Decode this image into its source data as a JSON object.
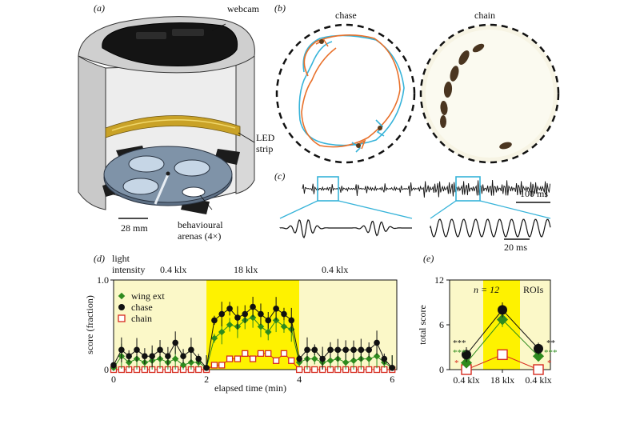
{
  "panels": {
    "a": {
      "letter": "(a)",
      "labels": {
        "webcam": "webcam",
        "led": "LED",
        "strip": "strip",
        "arenas_1": "behavioural",
        "arenas_2": "arenas (4×)",
        "scale": "28 mm"
      }
    },
    "b": {
      "letter": "(b)",
      "chase": "chase",
      "chain": "chain"
    },
    "c": {
      "letter": "(c)",
      "scale_top": "100 ms",
      "scale_bottom": "20 ms"
    },
    "d": {
      "letter": "(d)",
      "light_1": "light",
      "light_2": "intensity",
      "seg_labels": [
        "0.4 klx",
        "18 klx",
        "0.4 klx"
      ]
    },
    "e": {
      "letter": "(e)",
      "n_label": "n = 12",
      "rois": "ROIs"
    }
  },
  "colors": {
    "wing": "#2e8b1e",
    "chase": "#111111",
    "chain": "#d62b1f",
    "lowlight": "#fbf8c8",
    "highlight": "#fef200",
    "cyan": "#36b3d9",
    "orange": "#e8702a"
  },
  "chart_data": [
    {
      "type": "line",
      "panel": "d",
      "xlabel": "elapsed time (min)",
      "ylabel": "score (fraction)",
      "xlim": [
        0,
        6.1
      ],
      "ylim": [
        0,
        1.0
      ],
      "xticks": [
        "0",
        "2",
        "4",
        "6"
      ],
      "yticks": [
        "0",
        "1.0"
      ],
      "light_segments": [
        {
          "label": "0.4 klx",
          "from": 0,
          "to": 2
        },
        {
          "label": "18 klx",
          "from": 2,
          "to": 4
        },
        {
          "label": "0.4 klx",
          "from": 4,
          "to": 6.1
        }
      ],
      "legend": [
        "wing ext",
        "chase",
        "chain"
      ],
      "x": [
        0.0,
        0.17,
        0.33,
        0.5,
        0.67,
        0.83,
        1.0,
        1.17,
        1.33,
        1.5,
        1.67,
        1.83,
        2.0,
        2.17,
        2.33,
        2.5,
        2.67,
        2.83,
        3.0,
        3.17,
        3.33,
        3.5,
        3.67,
        3.83,
        4.0,
        4.17,
        4.33,
        4.5,
        4.67,
        4.83,
        5.0,
        5.17,
        5.33,
        5.5,
        5.67,
        5.83,
        6.0
      ],
      "series": [
        {
          "name": "chase",
          "values": [
            0.05,
            0.22,
            0.15,
            0.22,
            0.15,
            0.15,
            0.22,
            0.15,
            0.3,
            0.15,
            0.22,
            0.12,
            0.02,
            0.55,
            0.62,
            0.68,
            0.58,
            0.62,
            0.7,
            0.62,
            0.55,
            0.68,
            0.62,
            0.55,
            0.12,
            0.22,
            0.22,
            0.12,
            0.22,
            0.22,
            0.22,
            0.22,
            0.22,
            0.22,
            0.3,
            0.12,
            0.02
          ]
        },
        {
          "name": "wing ext",
          "values": [
            0.02,
            0.15,
            0.08,
            0.12,
            0.08,
            0.1,
            0.12,
            0.08,
            0.12,
            0.05,
            0.08,
            0.08,
            0.02,
            0.35,
            0.42,
            0.5,
            0.48,
            0.55,
            0.58,
            0.48,
            0.42,
            0.55,
            0.48,
            0.45,
            0.08,
            0.12,
            0.12,
            0.08,
            0.1,
            0.12,
            0.08,
            0.1,
            0.12,
            0.12,
            0.15,
            0.08,
            0.02
          ]
        },
        {
          "name": "chain",
          "values": [
            0,
            0,
            0,
            0,
            0,
            0,
            0,
            0,
            0,
            0,
            0,
            0,
            0,
            0.05,
            0.05,
            0.12,
            0.12,
            0.18,
            0.12,
            0.18,
            0.18,
            0.1,
            0.18,
            0.1,
            0,
            0,
            0,
            0,
            0,
            0,
            0,
            0,
            0,
            0,
            0,
            0,
            0
          ]
        }
      ]
    },
    {
      "type": "line",
      "panel": "e",
      "ylabel": "total score",
      "categories": [
        "0.4 klx",
        "18 klx",
        "0.4 klx"
      ],
      "ylim": [
        0,
        12
      ],
      "yticks": [
        "0",
        "6",
        "12"
      ],
      "series": [
        {
          "name": "chase",
          "values": [
            2.0,
            8.0,
            2.8
          ],
          "errors": [
            1.0,
            1.0,
            0.8
          ]
        },
        {
          "name": "wing ext",
          "values": [
            0.9,
            6.7,
            1.8
          ],
          "errors": [
            0.5,
            1.0,
            0.5
          ]
        },
        {
          "name": "chain",
          "values": [
            0.0,
            2.0,
            0.0
          ],
          "errors": [
            0.0,
            0.6,
            0.0
          ]
        }
      ],
      "significance": {
        "left": {
          "chase": "***",
          "wing ext": "***",
          "chain": "*"
        },
        "right": {
          "chase": "**",
          "wing ext": "***",
          "chain": "*"
        }
      }
    }
  ]
}
